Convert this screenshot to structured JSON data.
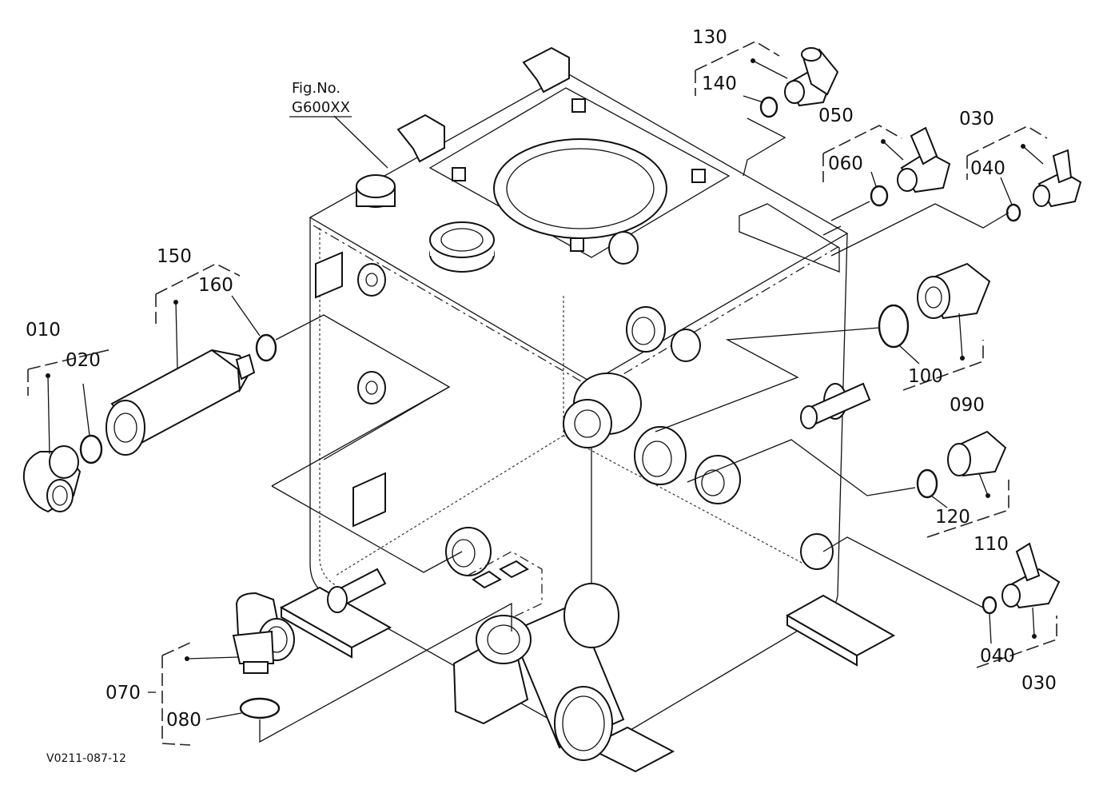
{
  "figure": {
    "ref_line1": "Fig.No.",
    "ref_line2": "G600XX",
    "footer_code": "V0211-087-12"
  },
  "callouts": {
    "c010": "010",
    "c020": "020",
    "c030a": "030",
    "c040a": "040",
    "c030b": "030",
    "c040b": "040",
    "c050": "050",
    "c060": "060",
    "c070": "070",
    "c080": "080",
    "c090": "090",
    "c100": "100",
    "c110": "110",
    "c120": "120",
    "c130": "130",
    "c140": "140",
    "c150": "150",
    "c160": "160"
  }
}
